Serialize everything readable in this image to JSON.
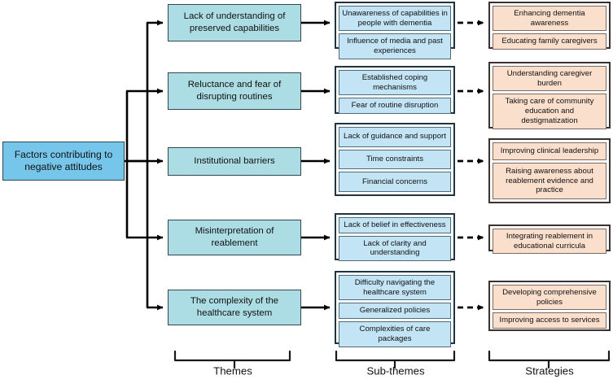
{
  "diagram": {
    "root": {
      "label": "Factors contributing to negative attitudes",
      "color": "#76c6ec"
    },
    "colors": {
      "root_fill": "#76c6ec",
      "theme_fill": "#addde4",
      "subtheme_fill": "#c3e4f5",
      "strategy_fill": "#fbdfcd",
      "line": "#000000",
      "theme_border": "#35474f",
      "subtheme_border": "#1f3440",
      "strategy_border": "#3b3230"
    },
    "column_labels": {
      "themes": "Themes",
      "subthemes": "Sub-themes",
      "strategies": "Strategies"
    },
    "rows": [
      {
        "theme": "Lack of understanding of preserved capabilities",
        "subthemes": [
          "Unawareness of capabilities in people with dementia",
          "Influence of media and past experiences"
        ],
        "strategies": [
          "Enhancing dementia awareness",
          "Educating family caregivers"
        ]
      },
      {
        "theme": "Reluctance and fear of disrupting routines",
        "subthemes": [
          "Established coping mechanisms",
          "Fear of routine disruption"
        ],
        "strategies": [
          "Understanding caregiver burden",
          "Taking care of community education and destigmatization"
        ]
      },
      {
        "theme": "Institutional barriers",
        "subthemes": [
          "Lack of guidance and support",
          "Time constraints",
          "Financial concerns"
        ],
        "strategies": [
          "Improving  clinical leadership",
          "Raising awareness about reablement evidence and practice"
        ]
      },
      {
        "theme": "Misinterpretation of reablement",
        "subthemes": [
          "Lack of belief in effectiveness",
          "Lack of clarity and understanding"
        ],
        "strategies": [
          "Integrating reablement in educational  curricula"
        ]
      },
      {
        "theme": "The complexity of the healthcare system",
        "subthemes": [
          "Difficulty navigating the healthcare system",
          "Generalized policies",
          "Complexities of care packages"
        ],
        "strategies": [
          "Developing comprehensive policies",
          "Improving access to services"
        ]
      }
    ]
  }
}
